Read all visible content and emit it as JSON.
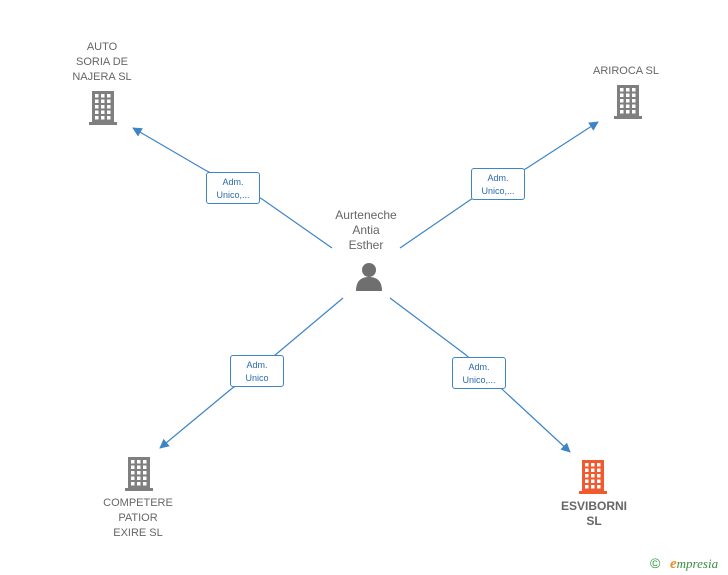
{
  "center": {
    "label": "Aurteneche\nAntia\nEsther",
    "icon": "person-icon"
  },
  "companies": [
    {
      "id": "auto",
      "label": "AUTO\nSORIA DE\nNAJERA  SL",
      "icon": "building-icon",
      "color": "#7f7f7f"
    },
    {
      "id": "ariroca",
      "label": "ARIROCA  SL",
      "icon": "building-icon",
      "color": "#7f7f7f"
    },
    {
      "id": "competere",
      "label": "COMPETERE\nPATIOR\nEXIRE  SL",
      "icon": "building-icon",
      "color": "#7f7f7f"
    },
    {
      "id": "esviborni",
      "label": "ESVIBORNI\nSL",
      "icon": "building-icon",
      "color": "#f05a30"
    }
  ],
  "relations": [
    {
      "to": "auto",
      "label": "Adm.\nUnico,..."
    },
    {
      "to": "ariroca",
      "label": "Adm.\nUnico,..."
    },
    {
      "to": "competere",
      "label": "Adm.\nUnico"
    },
    {
      "to": "esviborni",
      "label": "Adm.\nUnico,..."
    }
  ],
  "colors": {
    "edge": "#3d85c6",
    "text": "#666666",
    "person": "#6f6f6f",
    "brand_green": "#3a8f3e",
    "brand_orange": "#f08b1e"
  },
  "footer": {
    "copyright_symbol": "©",
    "brand_initial": "e",
    "brand_rest": "mpresia"
  }
}
